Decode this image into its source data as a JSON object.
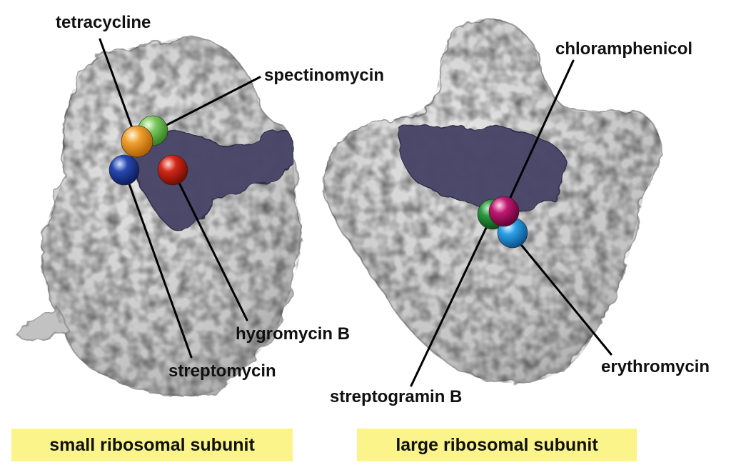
{
  "labels": {
    "tetracycline": "tetracycline",
    "spectinomycin": "spectinomycin",
    "hygromycin_b": "hygromycin B",
    "streptomycin": "streptomycin",
    "chloramphenicol": "chloramphenicol",
    "erythromycin": "erythromycin",
    "streptogramin_b": "streptogramin B"
  },
  "captions": {
    "small": "small ribosomal subunit",
    "large": "large ribosomal subunit"
  },
  "colors": {
    "ribosome": "#c9c9c9",
    "trna_region": "#4a4468",
    "caption_background": "#fbf48a",
    "tetracycline": "#f0a030",
    "spectinomycin": "#7cc860",
    "streptomycin": "#2848b0",
    "hygromycin_b": "#d02818",
    "chloramphenicol": "#c01870",
    "streptogramin_b": "#2a9a40",
    "erythromycin": "#2aa0e8"
  }
}
